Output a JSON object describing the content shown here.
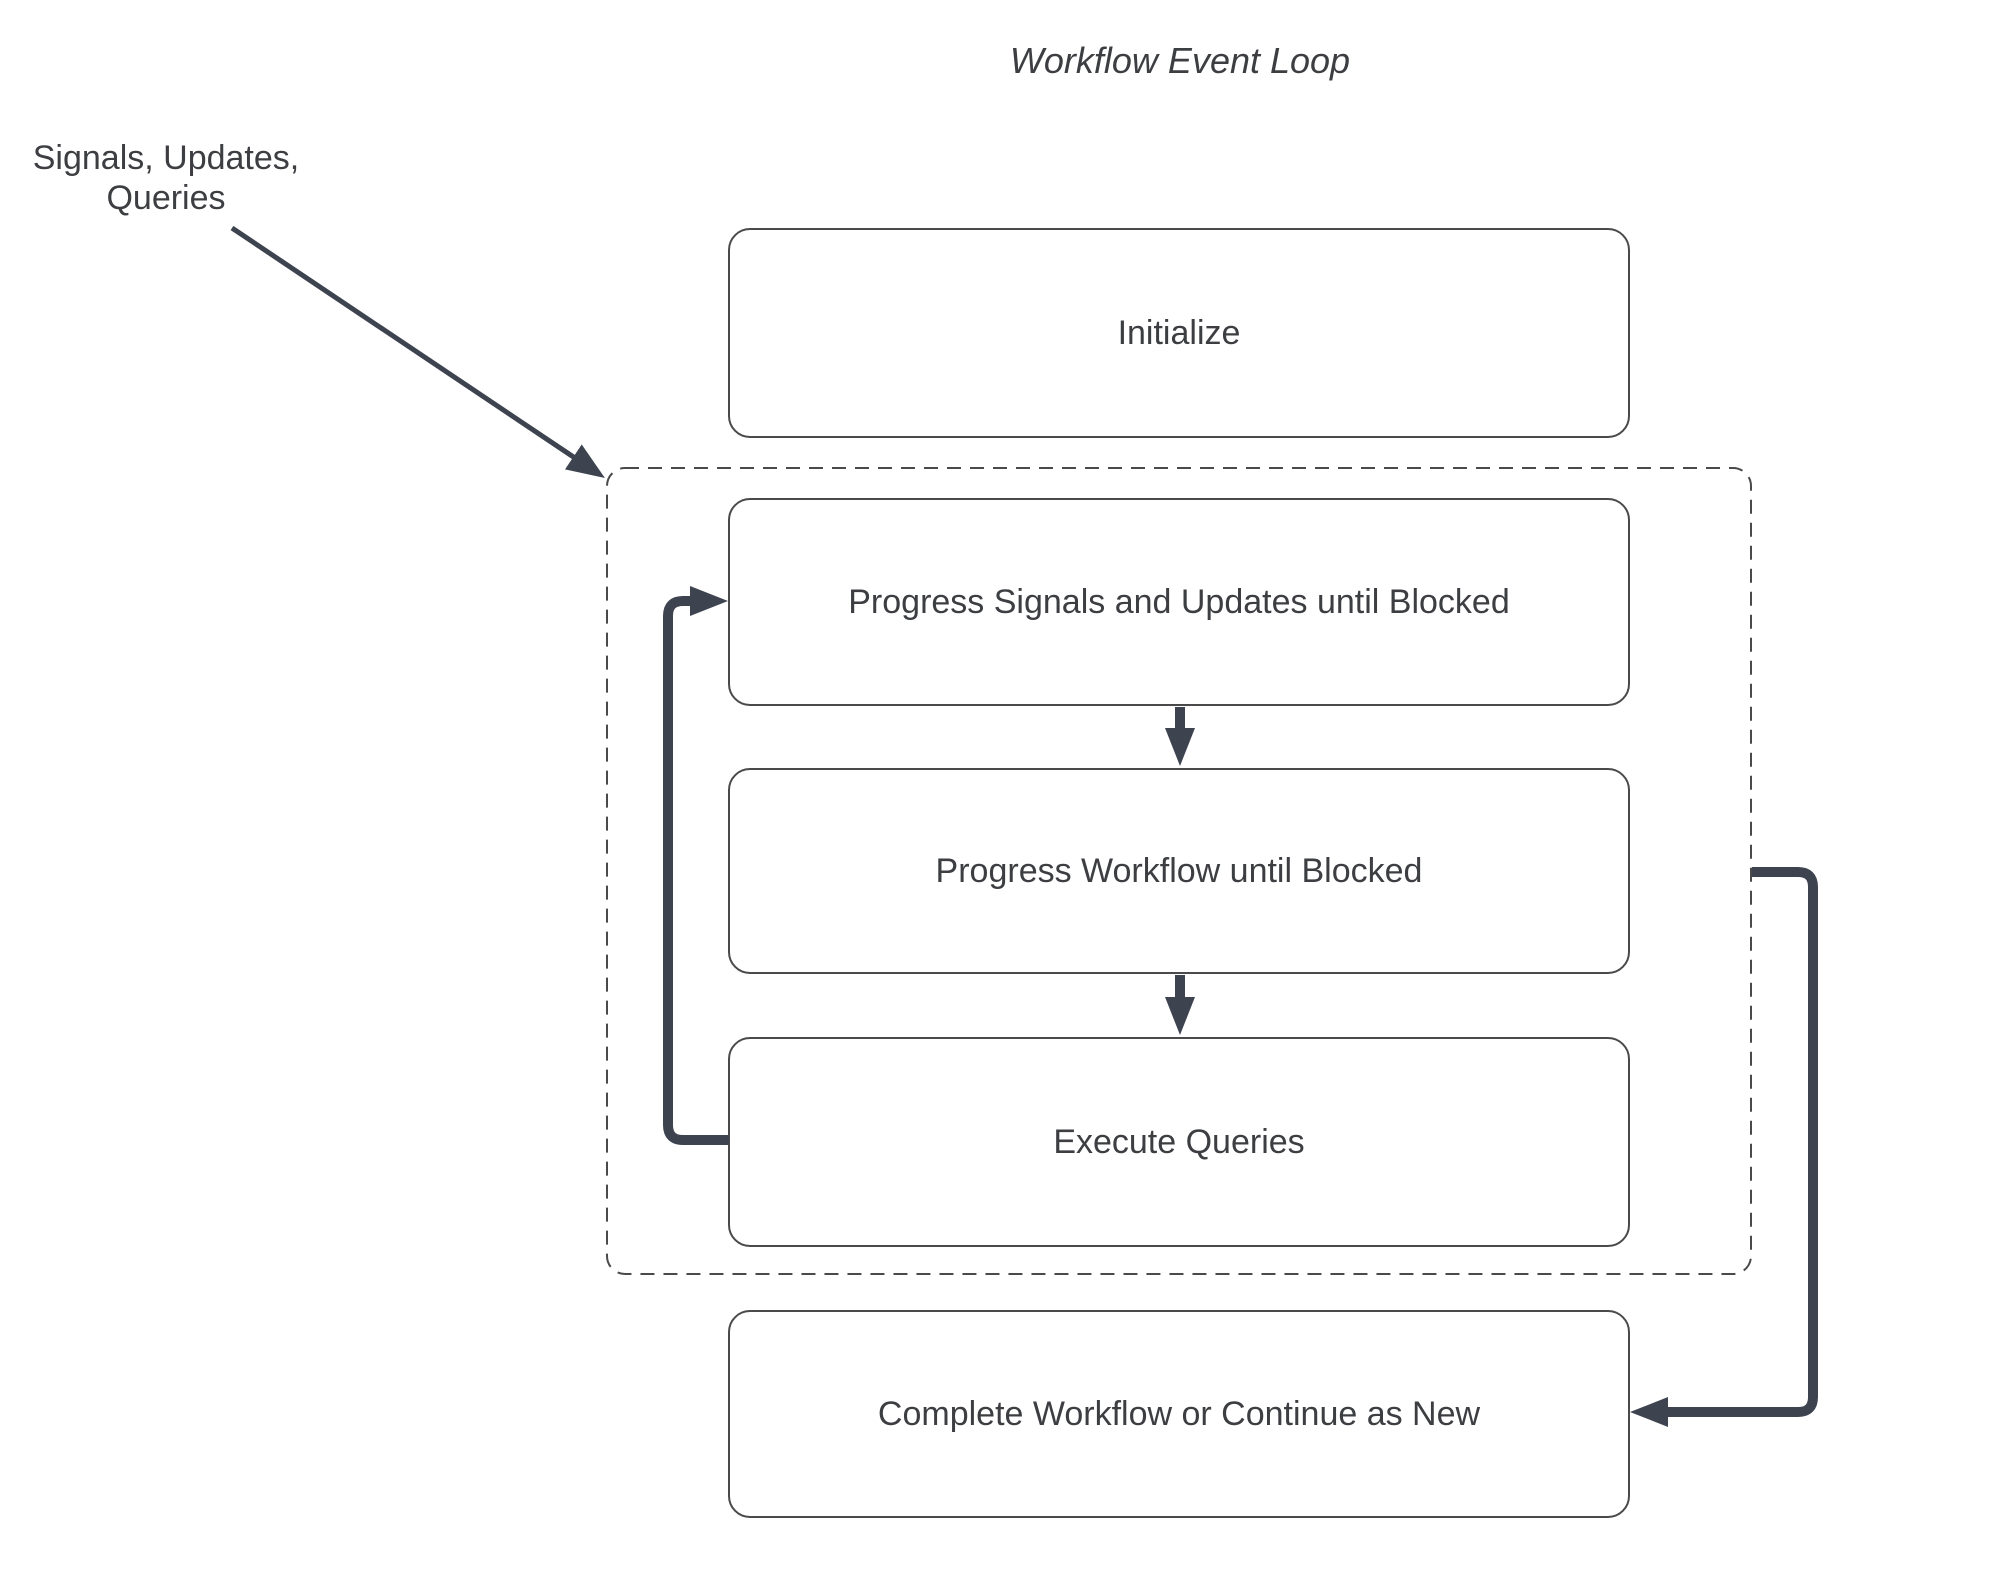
{
  "title": "Workflow Event Loop",
  "annotation": {
    "line1": "Signals, Updates,",
    "line2": "Queries"
  },
  "nodes": {
    "initialize": "Initialize",
    "progress_signals": "Progress Signals and Updates until Blocked",
    "progress_workflow": "Progress Workflow until Blocked",
    "execute_queries": "Execute Queries",
    "complete": "Complete Workflow or Continue as New"
  },
  "edges": [
    {
      "from": "annotation",
      "to": "event-loop-group",
      "style": "thin-arrow"
    },
    {
      "from": "progress_signals",
      "to": "progress_workflow",
      "style": "thick-arrow"
    },
    {
      "from": "progress_workflow",
      "to": "execute_queries",
      "style": "thick-arrow"
    },
    {
      "from": "execute_queries",
      "to": "progress_signals",
      "style": "thick-arrow-loop"
    },
    {
      "from": "event-loop-group",
      "to": "complete",
      "style": "thick-arrow"
    }
  ],
  "colors": {
    "line": "#3e4350",
    "border": "#4a4a4a",
    "text": "#3c3e42",
    "background": "#ffffff"
  }
}
